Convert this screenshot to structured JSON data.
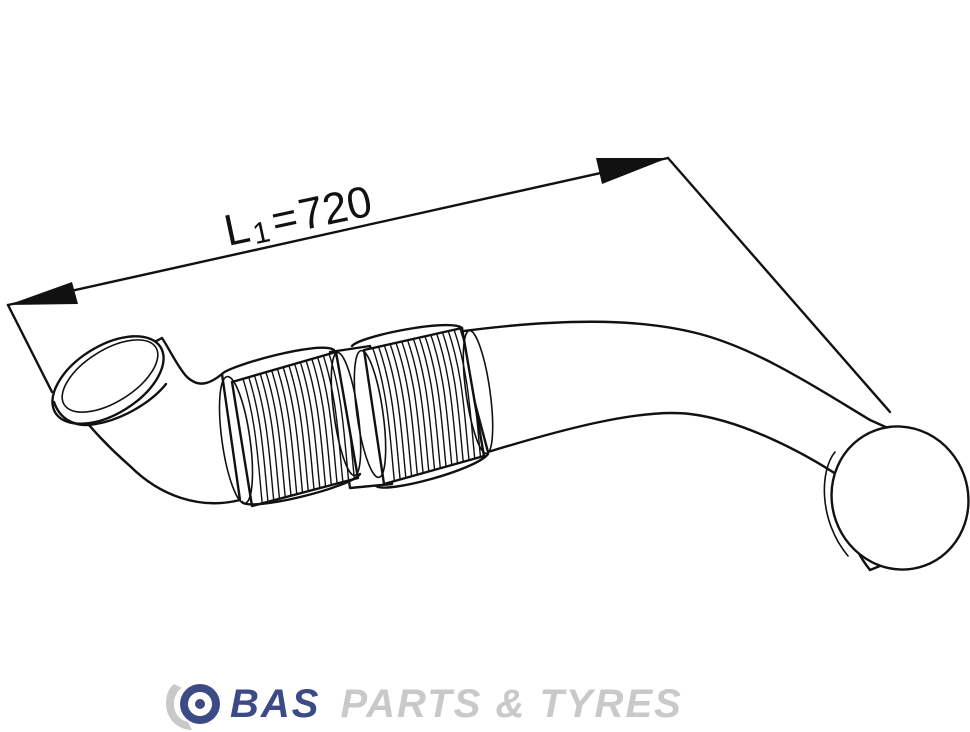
{
  "dimension": {
    "symbol": "L",
    "subscript": "1",
    "equals": "=",
    "value": "720"
  },
  "brand": {
    "primary": "BAS",
    "secondary": "PARTS & TYRES",
    "primary_color": "#3c4a86",
    "secondary_color": "#c9c9c9",
    "logo_icon": "gear-wheel-icon"
  }
}
